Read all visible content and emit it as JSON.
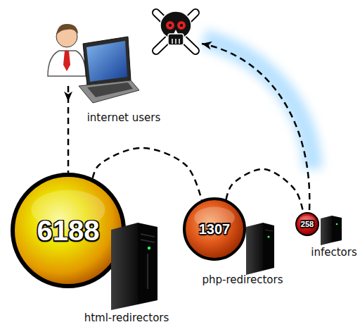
{
  "diagram": {
    "nodes": [
      {
        "text": [
          "internet users"
        ]
      },
      {
        "text": [
          "6188",
          "html-redirectors"
        ]
      },
      {
        "text": [
          "1307",
          "php-redirectors"
        ]
      },
      {
        "text": [
          "258",
          "infectors"
        ]
      }
    ],
    "edges": [
      {
        "from": 0,
        "to": 1,
        "arrow": "to"
      },
      {
        "from": 1,
        "to": 2,
        "arrow": "none"
      },
      {
        "from": 2,
        "to": 3,
        "arrow": "none"
      }
    ]
  }
}
